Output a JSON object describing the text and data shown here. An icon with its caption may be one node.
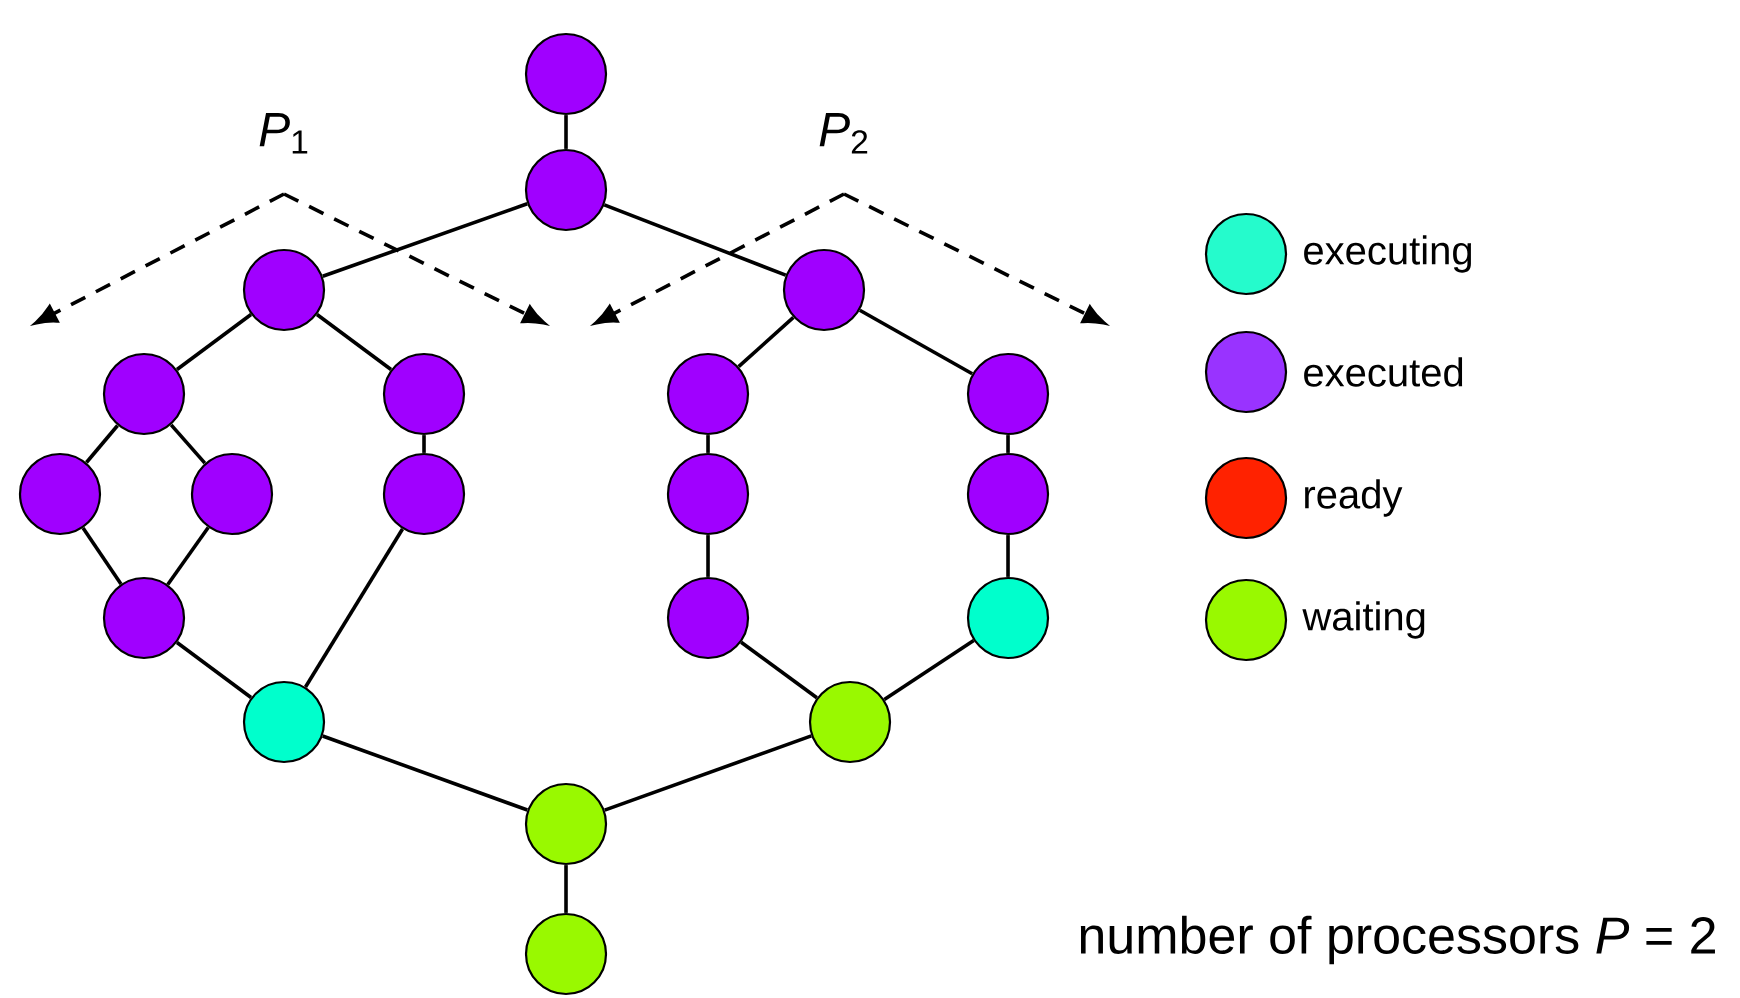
{
  "diagram": {
    "nodes": [
      {
        "text": [],
        "shape": "circle"
      },
      {
        "text": [],
        "shape": "circle"
      },
      {
        "text": [],
        "shape": "circle"
      },
      {
        "text": [],
        "shape": "circle"
      },
      {
        "text": [],
        "shape": "circle"
      },
      {
        "text": [],
        "shape": "circle"
      },
      {
        "text": [],
        "shape": "circle"
      },
      {
        "text": [],
        "shape": "circle"
      },
      {
        "text": [],
        "shape": "circle"
      },
      {
        "text": [],
        "shape": "circle"
      },
      {
        "text": [],
        "shape": "circle"
      },
      {
        "text": [],
        "shape": "circle"
      },
      {
        "text": [],
        "shape": "circle"
      },
      {
        "text": [],
        "shape": "circle"
      },
      {
        "text": [],
        "shape": "circle"
      },
      {
        "text": [],
        "shape": "circle"
      },
      {
        "text": [],
        "shape": "circle"
      },
      {
        "text": [],
        "shape": "circle"
      },
      {
        "text": [],
        "shape": "circle"
      },
      {
        "text": [],
        "shape": "circle"
      }
    ],
    "edges": [
      {
        "from": 0,
        "to": 1,
        "arrow": "none"
      },
      {
        "from": 1,
        "to": 2,
        "arrow": "none"
      },
      {
        "from": 1,
        "to": 3,
        "arrow": "none"
      },
      {
        "from": 2,
        "to": 4,
        "arrow": "none"
      },
      {
        "from": 2,
        "to": 5,
        "arrow": "none"
      },
      {
        "from": 4,
        "to": 6,
        "arrow": "none"
      },
      {
        "from": 4,
        "to": 7,
        "arrow": "none"
      },
      {
        "from": 6,
        "to": 8,
        "arrow": "none"
      },
      {
        "from": 7,
        "to": 8,
        "arrow": "none"
      },
      {
        "from": 5,
        "to": 9,
        "arrow": "none"
      },
      {
        "from": 8,
        "to": 10,
        "arrow": "none"
      },
      {
        "from": 9,
        "to": 10,
        "arrow": "none"
      },
      {
        "from": 3,
        "to": 11,
        "arrow": "none"
      },
      {
        "from": 3,
        "to": 14,
        "arrow": "none"
      },
      {
        "from": 11,
        "to": 12,
        "arrow": "none"
      },
      {
        "from": 12,
        "to": 13,
        "arrow": "none"
      },
      {
        "from": 14,
        "to": 15,
        "arrow": "none"
      },
      {
        "from": 15,
        "to": 16,
        "arrow": "none"
      },
      {
        "from": 13,
        "to": 17,
        "arrow": "none"
      },
      {
        "from": 16,
        "to": 17,
        "arrow": "none"
      },
      {
        "from": 10,
        "to": 18,
        "arrow": "none"
      },
      {
        "from": 17,
        "to": 18,
        "arrow": "none"
      },
      {
        "from": 18,
        "to": 19,
        "arrow": "none"
      }
    ],
    "labels": [
      "*P*$_{1}$",
      "*P*$_{2}$",
      "number of processors *P* = 2"
    ],
    "legend": [
      {
        "text": "executing",
        "color": "#25fbcc"
      },
      {
        "text": "executed",
        "color": "#9933ff"
      },
      {
        "text": "ready",
        "color": "#ff2200"
      },
      {
        "text": "waiting",
        "color": "#99f900"
      }
    ]
  }
}
